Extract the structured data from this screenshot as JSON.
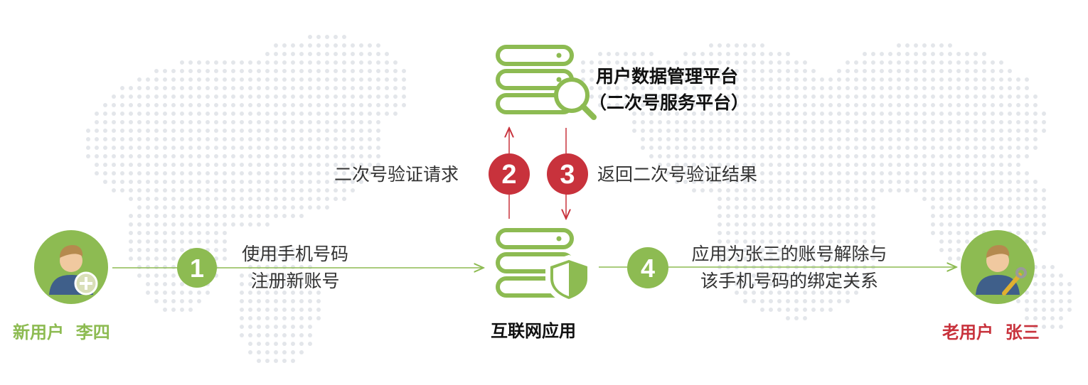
{
  "colors": {
    "green": "#8dbb52",
    "red": "#c8323c",
    "map_dots": "#e3e6ea",
    "text": "#333333"
  },
  "platform": {
    "title_line1": "用户数据管理平台",
    "title_line2": "（二次号服务平台）",
    "icon": "server-search-icon"
  },
  "app": {
    "label": "互联网应用",
    "icon": "server-shield-icon"
  },
  "new_user": {
    "label": "新用户  李四",
    "icon": "user-add-icon"
  },
  "old_user": {
    "label": "老用户  张三",
    "icon": "user-tool-icon"
  },
  "steps": [
    {
      "number": "1",
      "line1": "使用手机号码",
      "line2": "注册新账号"
    },
    {
      "number": "2",
      "line1": "二次号验证请求"
    },
    {
      "number": "3",
      "line1": "返回二次号验证结果"
    },
    {
      "number": "4",
      "line1": "应用为张三的账号解除与",
      "line2": "该手机号码的绑定关系"
    }
  ]
}
